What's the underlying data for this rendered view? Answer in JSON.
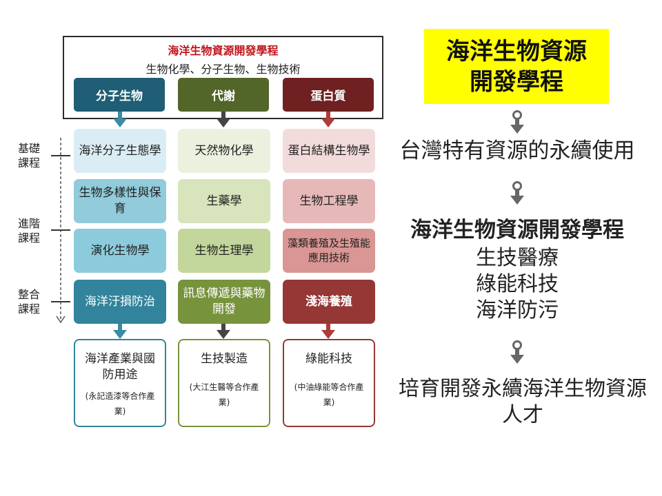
{
  "program": {
    "title": "海洋生物資源開發學程",
    "subtitle": "生物化學、分子生物、生物技術"
  },
  "columns": [
    {
      "head": "分子生物",
      "color": "#1f5e74"
    },
    {
      "head": "代謝",
      "color": "#52662a"
    },
    {
      "head": "蛋白質",
      "color": "#6f2020"
    }
  ],
  "levels": {
    "basic": "基礎\n課程",
    "advanced": "進階\n課程",
    "integrated": "整合\n課程"
  },
  "courses": {
    "molecular": [
      "海洋分子生態學",
      "生物多樣性與保育",
      "演化生物學",
      "海洋汙損防治"
    ],
    "metabolism": [
      "天然物化學",
      "生藥學",
      "生物生理學",
      "訊息傳遞與藥物開發"
    ],
    "protein": [
      "蛋白結構生物學",
      "生物工程學",
      "藻類養殖及生殖能應用技術",
      "淺海養殖"
    ]
  },
  "outcomes": [
    {
      "title": "海洋產業與國防用途",
      "note": "(永記造漆等合作產業)"
    },
    {
      "title": "生技製造",
      "note": "(大江生醫等合作產業)"
    },
    {
      "title": "綠能科技",
      "note": "(中油綠能等合作產業)"
    }
  ],
  "right": {
    "title": "海洋生物資源開發學程",
    "step1": "台灣特有資源的永續使用",
    "step2_heading": "海洋生物資源開發學程",
    "step2_items": [
      "生技醫療",
      "綠能科技",
      "海洋防污"
    ],
    "step3": "培育開發永續海洋生物資源人才"
  }
}
